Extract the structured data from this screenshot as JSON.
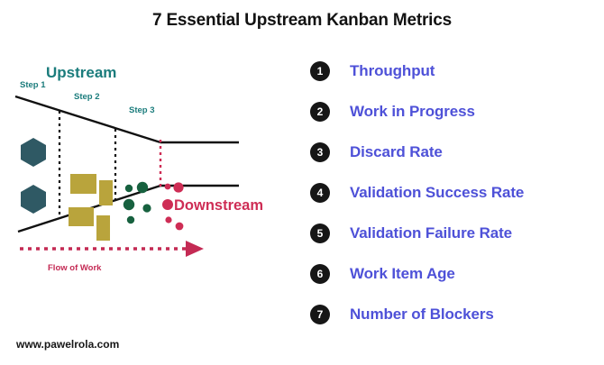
{
  "page": {
    "title": "7 Essential Upstream Kanban Metrics",
    "footer_url": "www.pawelrola.com",
    "background": "#ffffff"
  },
  "colors": {
    "title": "#121212",
    "metric_text": "#4e51d8",
    "badge_fill": "#161616",
    "badge_text": "#ffffff",
    "upstream_teal": "#1b7c7c",
    "step_label_teal": "#1b7c7c",
    "downstream_crimson": "#ce2d55",
    "hexagon_fill": "#2f5964",
    "card_gold": "#b9a43c",
    "circle_green": "#17613f",
    "circle_crimson": "#ce2d55",
    "funnel_line": "#111111",
    "flow_arrow": "#c42a54"
  },
  "diagram": {
    "upstream_label": "Upstream",
    "downstream_label": "Downstream",
    "flow_label": "Flow of Work",
    "steps": [
      {
        "label": "Step 1"
      },
      {
        "label": "Step 2"
      },
      {
        "label": "Step 3"
      }
    ]
  },
  "metrics": [
    {
      "number": "1",
      "label": "Throughput"
    },
    {
      "number": "2",
      "label": "Work in Progress"
    },
    {
      "number": "3",
      "label": "Discard Rate"
    },
    {
      "number": "4",
      "label": "Validation Success Rate"
    },
    {
      "number": "5",
      "label": "Validation Failure Rate"
    },
    {
      "number": "6",
      "label": "Work Item Age"
    },
    {
      "number": "7",
      "label": "Number of Blockers"
    }
  ]
}
